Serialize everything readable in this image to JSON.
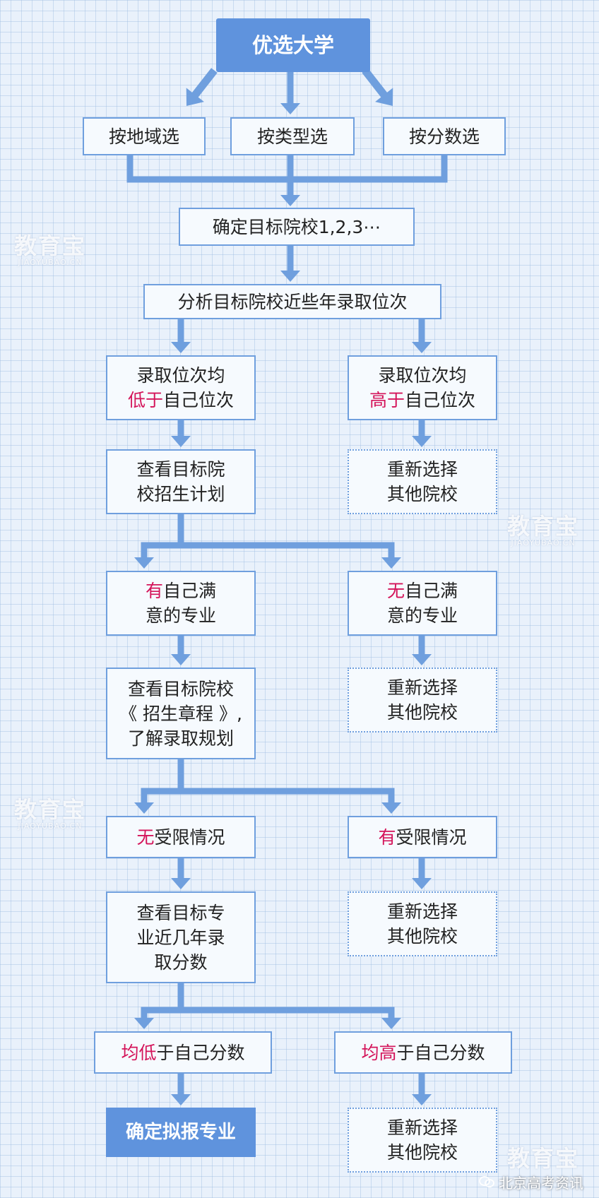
{
  "nodes": {
    "start": "优选大学",
    "by_region": "按地域选",
    "by_type": "按类型选",
    "by_score": "按分数选",
    "confirm_targets": "确定目标院校1,2,3⋯",
    "analyze_ranks": "分析目标院校近些年录取位次",
    "rank_lower": {
      "l1": "录取位次均",
      "l2_em": "低于",
      "l2_rest": "自己位次"
    },
    "rank_higher": {
      "l1": "录取位次均",
      "l2_em": "高于",
      "l2_rest": "自己位次"
    },
    "check_plan": {
      "l1": "查看目标院",
      "l2": "校招生计划"
    },
    "reselect_1": {
      "l1": "重新选择",
      "l2": "其他院校"
    },
    "has_major": {
      "l1_em": "有",
      "l1_rest": "自己满",
      "l2": "意的专业"
    },
    "no_major": {
      "l1_em": "无",
      "l1_rest": "自己满",
      "l2": "意的专业"
    },
    "check_charter": {
      "l1": "查看目标院校",
      "l2": "《 招生章程 》,",
      "l3": "了解录取规划"
    },
    "reselect_2": {
      "l1": "重新选择",
      "l2": "其他院校"
    },
    "no_restrict": {
      "em": "无",
      "rest": "受限情况"
    },
    "has_restrict": {
      "em": "有",
      "rest": "受限情况"
    },
    "check_scores": {
      "l1": "查看目标专",
      "l2": "业近几年录",
      "l3": "取分数"
    },
    "reselect_3": {
      "l1": "重新选择",
      "l2": "其他院校"
    },
    "scores_lower": {
      "em1": "均",
      "em2": "低",
      "rest": "于自己分数"
    },
    "scores_higher": {
      "em1": "均",
      "em2": "高",
      "rest": "于自己分数"
    },
    "confirm_major": "确定拟报专业",
    "reselect_4": {
      "l1": "重新选择",
      "l2": "其他院校"
    }
  },
  "watermark": {
    "big": "教育宝",
    "small": "JIAOYUBAO.CN"
  },
  "footer": "北京高考资讯",
  "colors": {
    "accent": "#5f93dd",
    "border": "#6f9fde",
    "emphasis": "#d4145a"
  }
}
